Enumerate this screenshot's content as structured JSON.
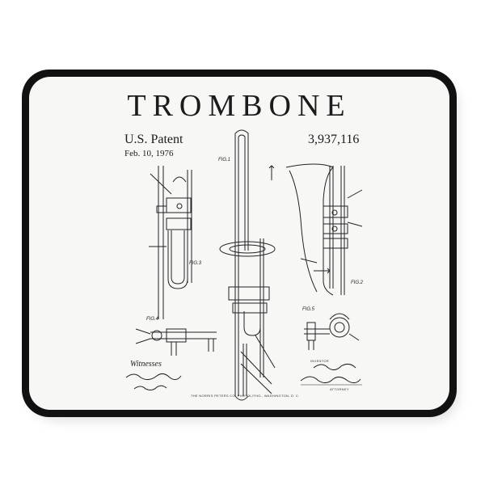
{
  "poster": {
    "title": "TROMBONE",
    "patent_label": "U.S. Patent",
    "patent_date": "Feb. 10, 1976",
    "patent_number": "3,937,116"
  },
  "figures": {
    "fig1": "FIG.1",
    "fig2": "FIG.2",
    "fig3": "FIG.3",
    "fig4": "FIG.4",
    "fig5": "FIG.5"
  },
  "signatures": {
    "witness_label": "Witnesses",
    "inventor_label": "INVENTOR",
    "attorney_label": "ATTORNEY",
    "printer_line": "THE NORRIS PETERS CO. PHOTOLITHO., WASHINGTON, D. C."
  },
  "colors": {
    "mat_border": "#111111",
    "mat_surface": "#f7f7f6",
    "ink": "#1b1b1b"
  }
}
